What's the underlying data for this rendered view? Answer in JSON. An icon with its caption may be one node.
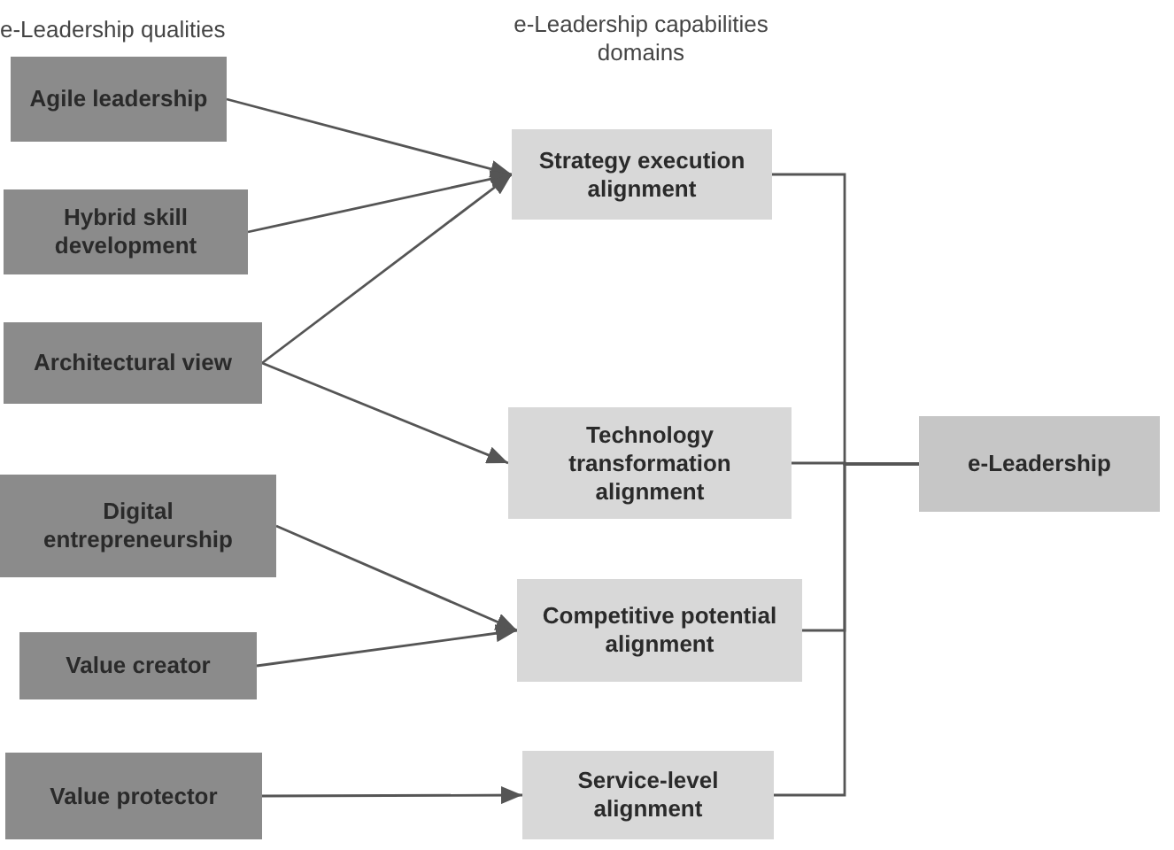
{
  "diagram": {
    "nodes": [
      {
        "text": [
          "Agile leadership"
        ]
      },
      {
        "text": [
          "Hybrid skill development"
        ]
      },
      {
        "text": [
          "Architectural view"
        ]
      },
      {
        "text": [
          "Digital entrepreneurship"
        ]
      },
      {
        "text": [
          "Value creator"
        ]
      },
      {
        "text": [
          "Value protector"
        ]
      },
      {
        "text": [
          "Strategy execution alignment"
        ]
      },
      {
        "text": [
          "Technology transformation alignment"
        ]
      },
      {
        "text": [
          "Competitive potential alignment"
        ]
      },
      {
        "text": [
          "Service-level alignment"
        ]
      },
      {
        "text": [
          "e-Leadership"
        ]
      }
    ],
    "edges": [
      {
        "from": 0,
        "to": 6,
        "arrow": "to"
      },
      {
        "from": 1,
        "to": 6,
        "arrow": "to"
      },
      {
        "from": 2,
        "to": 6,
        "arrow": "to"
      },
      {
        "from": 2,
        "to": 7,
        "arrow": "to"
      },
      {
        "from": 3,
        "to": 8,
        "arrow": "to"
      },
      {
        "from": 4,
        "to": 8,
        "arrow": "to"
      },
      {
        "from": 5,
        "to": 9,
        "arrow": "to"
      },
      {
        "from": 6,
        "to": 10,
        "arrow": "none"
      },
      {
        "from": 7,
        "to": 10,
        "arrow": "none"
      },
      {
        "from": 8,
        "to": 10,
        "arrow": "none"
      },
      {
        "from": 9,
        "to": 10,
        "arrow": "none"
      }
    ],
    "labels": [
      "e-Leadership qualities",
      "e-Leadership capabilities domains"
    ]
  }
}
